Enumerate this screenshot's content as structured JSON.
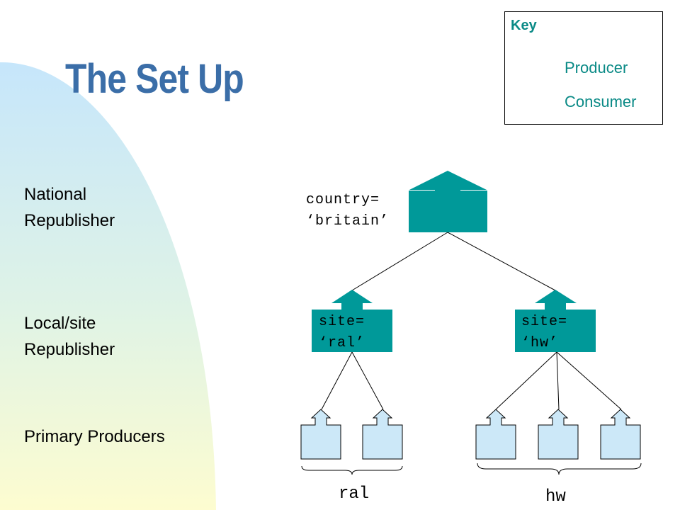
{
  "title": "The Set Up",
  "levels": {
    "national": [
      "National",
      "Republisher"
    ],
    "local": [
      "Local/site",
      "Republisher"
    ],
    "primary": "Primary Producers"
  },
  "key": {
    "title": "Key",
    "producer_label": "Producer",
    "consumer_label": "Consumer"
  },
  "nodes": {
    "national": [
      "country=",
      "‘britain’"
    ],
    "site_ral": [
      "site=",
      "‘ral’"
    ],
    "site_hw": [
      "site=",
      "‘hw’"
    ]
  },
  "groups": {
    "ral": "ral",
    "hw": "hw"
  },
  "colors": {
    "consumer": "#009999",
    "producer": "#cce8f8",
    "title": "#3b6ea8",
    "key_text": "#0a8a86"
  }
}
